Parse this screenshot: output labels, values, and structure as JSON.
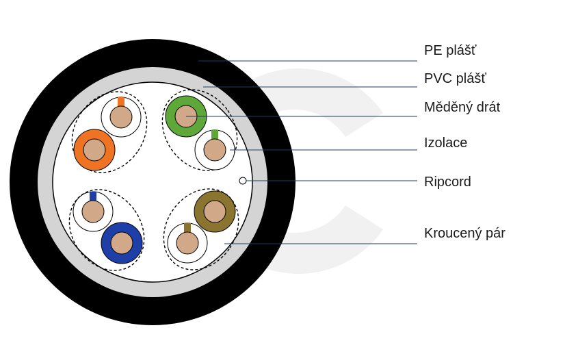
{
  "labels": {
    "pe_sheath": "PE plášť",
    "pvc_sheath": "PVC plášť",
    "copper_wire": "Měděný drát",
    "insulation": "Izolace",
    "ripcord": "Ripcord",
    "twisted_pair": "Kroucený pár"
  },
  "colors": {
    "pe_sheath": "#000000",
    "pvc_sheath": "#d4d4d4",
    "core_fill": "#ffffff",
    "copper": "#d2a988",
    "orange": "#ee7424",
    "green": "#5da838",
    "blue": "#1f3fa8",
    "brown": "#8a7430",
    "leader_line": "#1f3a6e",
    "watermark": "#ededed"
  }
}
